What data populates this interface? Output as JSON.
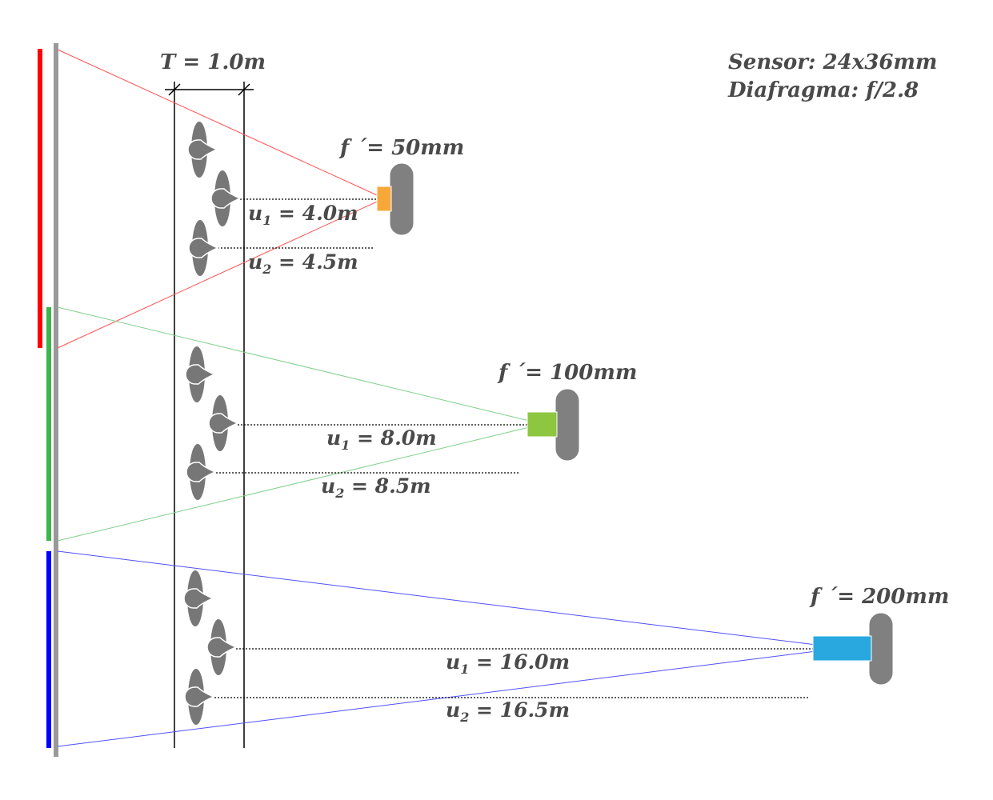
{
  "diagram": {
    "title_info": {
      "sensor": "Sensor: 24x36mm",
      "aperture": "Diafragma: f/2.8"
    },
    "thickness_label": "T = 1.0m",
    "colors": {
      "text": "#4a4a4a",
      "wall": "#999999",
      "person": "#777777",
      "camera_body": "#808080",
      "red": "#ff0000",
      "green": "#3cb54a",
      "blue": "#0000ff",
      "ray_red": "#ff5050",
      "ray_green": "#7fd08a",
      "ray_blue": "#5050ff",
      "lens_50": "#f8a838",
      "lens_100": "#8dc63f",
      "lens_200": "#29a8e0"
    },
    "setups": [
      {
        "focal_label": "f ´= 50mm",
        "u1_label_main": "u",
        "u1_sub": "1",
        "u1_value": " = 4.0m",
        "u2_label_main": "u",
        "u2_sub": "2",
        "u2_value": " = 4.5m",
        "coverage_color": "red"
      },
      {
        "focal_label": "f ´= 100mm",
        "u1_label_main": "u",
        "u1_sub": "1",
        "u1_value": " = 8.0m",
        "u2_label_main": "u",
        "u2_sub": "2",
        "u2_value": " = 8.5m",
        "coverage_color": "green"
      },
      {
        "focal_label": "f ´= 200mm",
        "u1_label_main": "u",
        "u1_sub": "1",
        "u1_value": " = 16.0m",
        "u2_label_main": "u",
        "u2_sub": "2",
        "u2_value": " = 16.5m",
        "coverage_color": "blue"
      }
    ]
  }
}
